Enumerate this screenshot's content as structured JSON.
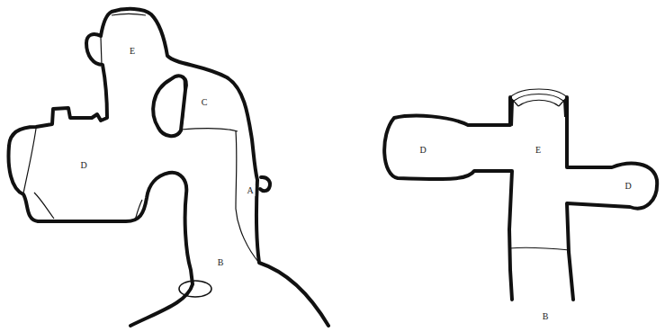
{
  "diagram": {
    "labels": [
      "E",
      "C",
      "D",
      "A",
      "B",
      "D",
      "E",
      "D",
      "B"
    ]
  }
}
